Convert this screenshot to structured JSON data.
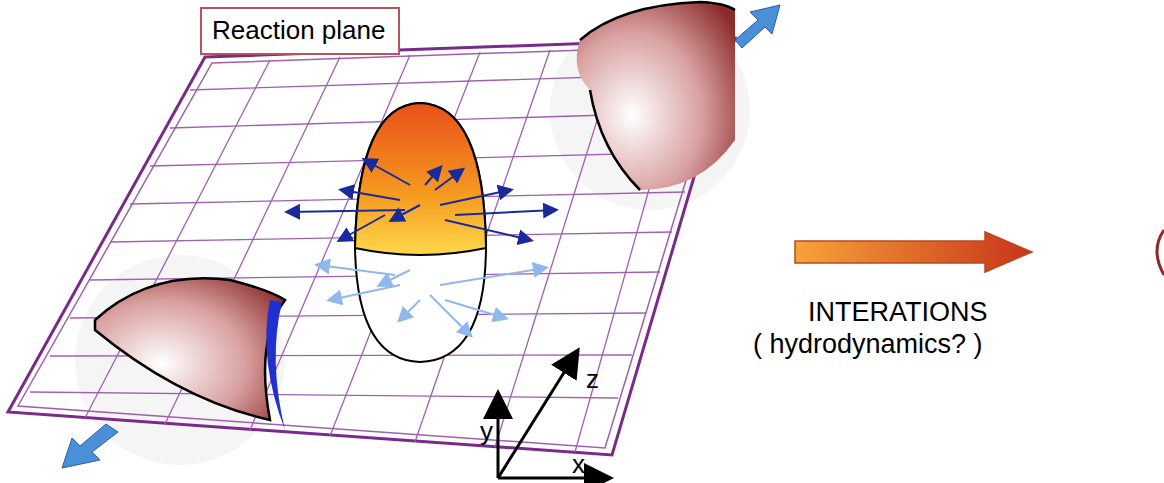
{
  "diagram": {
    "nodes": [
      {
        "text": [
          "Reaction plane"
        ]
      }
    ],
    "labels": [
      "INTERATIONS",
      "( hydrodynamics? )",
      "y",
      "z",
      "x"
    ]
  }
}
